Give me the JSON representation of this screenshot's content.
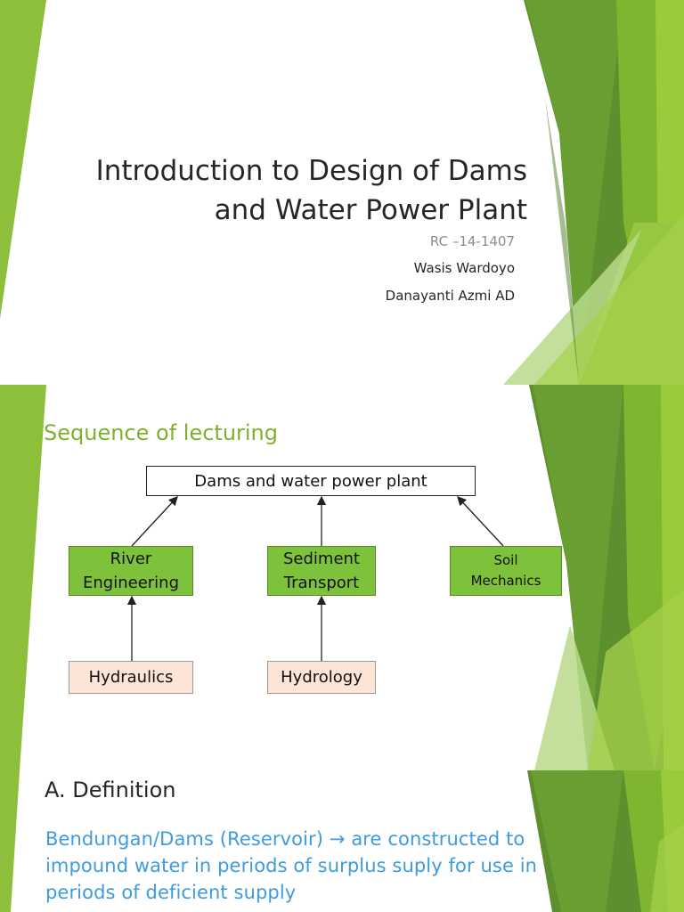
{
  "slide1": {
    "title_line1": "Introduction to Design of Dams",
    "title_line2": "and Water Power Plant",
    "course_code": "RC –14-1407",
    "authors": [
      "Wasis Wardoyo",
      "Danayanti Azmi AD"
    ]
  },
  "slide2": {
    "title": "Sequence of lecturing",
    "top_box": "Dams and water power plant",
    "middle_boxes": [
      {
        "line1": "River",
        "line2": "Engineering"
      },
      {
        "line1": "Sediment",
        "line2": "Transport"
      },
      {
        "line1": "Soil",
        "line2": "Mechanics"
      }
    ],
    "bottom_boxes": [
      "Hydraulics",
      "Hydrology"
    ]
  },
  "slide3": {
    "heading": "A. Definition",
    "body": "Bendungan/Dams (Reservoir) → are constructed to impound water in periods of surplus suply for use in periods of deficient supply"
  },
  "colors": {
    "accent_green": "#7cb22e",
    "box_green": "#7ec23c",
    "box_pink": "#fce4d6",
    "body_blue": "#3d9be0"
  }
}
